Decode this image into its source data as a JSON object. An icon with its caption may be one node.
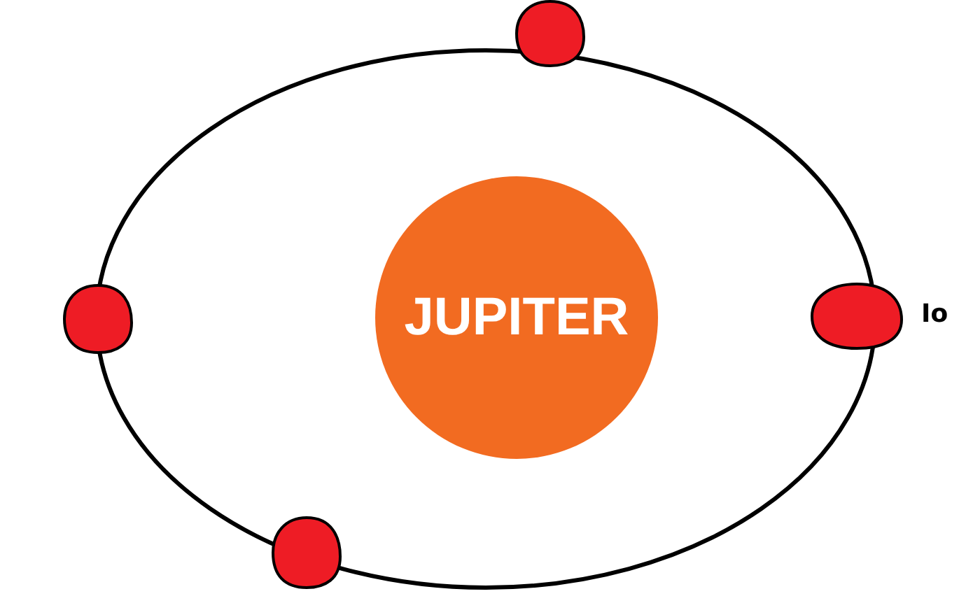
{
  "diagram": {
    "nodes": [
      {
        "text": [],
        "shape": "circle"
      },
      {
        "text": [],
        "shape": "circle"
      },
      {
        "text": [
          "JUPITER"
        ]
      },
      {
        "text": [],
        "shape": "circle",
        "beside": [
          "Io"
        ]
      },
      {
        "text": [],
        "shape": "circle"
      }
    ]
  }
}
